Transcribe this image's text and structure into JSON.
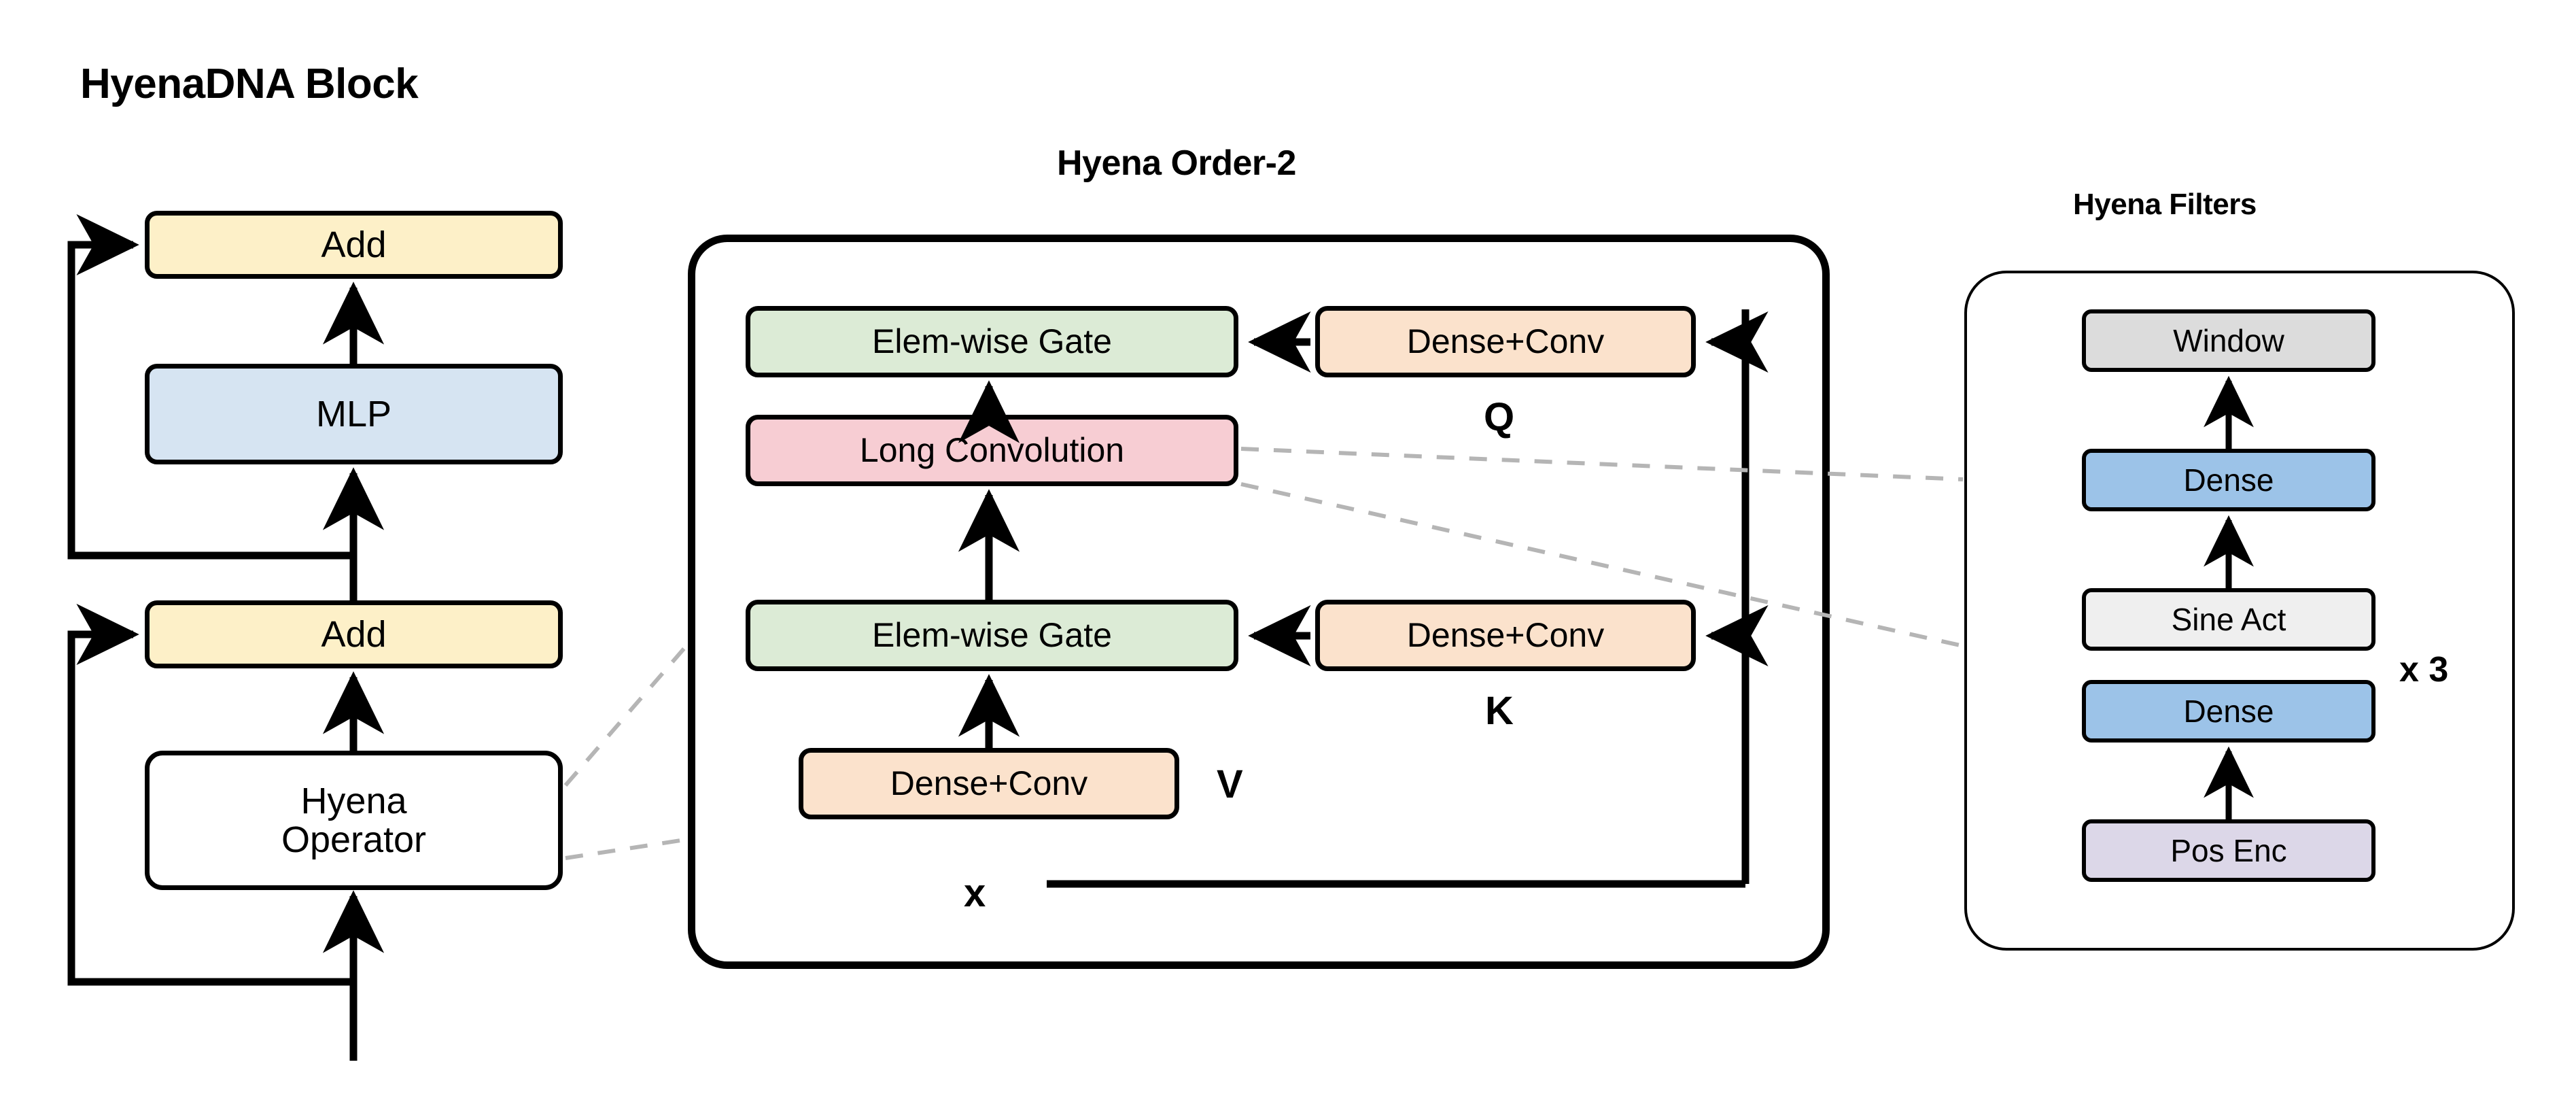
{
  "figure": {
    "left_panel": {
      "title": "HyenaDNA Block",
      "nodes": [
        {
          "id": "add-top",
          "label": "Add",
          "color": "#FDF0C8"
        },
        {
          "id": "mlp",
          "label": "MLP",
          "color": "#D6E4F2"
        },
        {
          "id": "add-bottom",
          "label": "Add",
          "color": "#FDF0C8"
        },
        {
          "id": "hyena-operator",
          "label": "Hyena\nOperator",
          "color": "#FFFFFF"
        }
      ]
    },
    "middle_panel": {
      "title": "Hyena Order-2",
      "nodes": [
        {
          "id": "gate-top",
          "label": "Elem-wise Gate",
          "color": "#DCEBD6"
        },
        {
          "id": "dense-conv-q",
          "label": "Dense+Conv",
          "color": "#FBE2CC"
        },
        {
          "id": "long-convolution",
          "label": "Long Convolution",
          "color": "#F7CDD3"
        },
        {
          "id": "gate-bottom",
          "label": "Elem-wise Gate",
          "color": "#DCEBD6"
        },
        {
          "id": "dense-conv-k",
          "label": "Dense+Conv",
          "color": "#FBE2CC"
        },
        {
          "id": "dense-conv-v",
          "label": "Dense+Conv",
          "color": "#FBE2CC"
        }
      ],
      "annotations": [
        {
          "id": "label-q",
          "text": "Q"
        },
        {
          "id": "label-k",
          "text": "K"
        },
        {
          "id": "label-v",
          "text": "V"
        },
        {
          "id": "label-x",
          "text": "x"
        }
      ]
    },
    "right_panel": {
      "title": "Hyena Filters",
      "repeat_label": "x 3",
      "nodes": [
        {
          "id": "window",
          "label": "Window",
          "color": "#DCDCDC"
        },
        {
          "id": "dense-upper",
          "label": "Dense",
          "color": "#9CC3E8"
        },
        {
          "id": "sine-act",
          "label": "Sine Act",
          "color": "#EFEFEF"
        },
        {
          "id": "dense-lower",
          "label": "Dense",
          "color": "#9CC3E8"
        },
        {
          "id": "pos-enc",
          "label": "Pos Enc",
          "color": "#DCD7E8"
        }
      ]
    },
    "palette": {
      "stroke": "#000000",
      "dashed_connector": "#B5B5B5",
      "background": "#FFFFFF",
      "yellow": "#FDF0C8",
      "blue_light": "#D6E4F2",
      "green": "#DCEBD6",
      "pink": "#F7CDD3",
      "orange": "#FBE2CC",
      "blue_mid": "#9CC3E8",
      "gray": "#DCDCDC",
      "gray_light": "#EFEFEF",
      "purple": "#DCD7E8"
    }
  }
}
